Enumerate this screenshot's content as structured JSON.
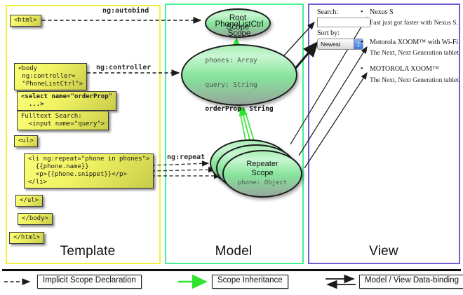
{
  "template_panel": {
    "label": "Template",
    "boxes": {
      "html_open": "<html>",
      "body_open": "<body\n ng:controller=\n \"PhoneListCtrl\">",
      "select": "<select name=\"orderProp\"\n  ...>",
      "fulltext": "Fulltext Search:\n  <input name=\"query\">",
      "ul_open": "<ul>",
      "li_repeat": "<li ng:repeat=\"phone in phones\">\n  {{phone.name}}\n  <p>{{phone.snippet}}</p>\n</li>",
      "ul_close": "</ul>",
      "body_close": "</body>",
      "html_close": "</html>"
    }
  },
  "model_panel": {
    "label": "Model",
    "root_scope": {
      "title": "Root\nScope"
    },
    "phonelist_scope": {
      "title": "PhoneListCtrl\nScope",
      "prop_phones": "phones: Array",
      "prop_query": "query: String",
      "prop_orderprop": "orderProp: String"
    },
    "repeater_scope": {
      "title": "Repeater\nScope",
      "prop_phone": "phone: Object"
    }
  },
  "view_panel": {
    "label": "View",
    "search_label": "Search:",
    "search_value": "",
    "sort_label": "Sort by:",
    "sort_value": "Newest",
    "bullet": "•",
    "stepper_up": "▲",
    "stepper_down": "▼",
    "items": [
      {
        "title": "Nexus S",
        "desc": "Fast just got faster with Nexus S."
      },
      {
        "title": "Motorola XOOM™ with Wi-Fi",
        "desc": "The Next, Next Generation tablet."
      },
      {
        "title": "MOTOROLA XOOM™",
        "desc": "The Next, Next Generation tablet."
      }
    ]
  },
  "arrow_labels": {
    "autobind": "ng:autobind",
    "controller": "ng:controller",
    "repeat": "ng:repeat"
  },
  "legend": {
    "implicit": "Implicit Scope Declaration",
    "inheritance": "Scope Inheritance",
    "databinding": "Model / View Data-binding"
  },
  "colors": {
    "template_border": "#f2f23c",
    "model_border": "#45f193",
    "view_border": "#6e5ed6",
    "scope_green": "#87e59d",
    "inheritance_green": "#2ee42e",
    "arrow_black": "#1a1a1a",
    "codebox_yellow": "#f0f263"
  }
}
